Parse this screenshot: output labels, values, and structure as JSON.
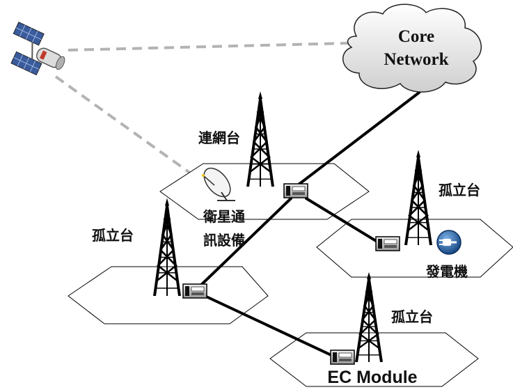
{
  "cloud": {
    "line1": "Core",
    "line2": "Network"
  },
  "labels": {
    "connected_station": "連網台",
    "sat_equipment_line1": "衛星通",
    "sat_equipment_line2": "訊設備",
    "isolated_left": "孤立台",
    "isolated_right": "孤立台",
    "isolated_bottom": "孤立台",
    "generator": "發電機",
    "ec_module": "EC Module"
  },
  "colors": {
    "link": "#000000",
    "satellite_link": "#b3b3b3",
    "hexagon_stroke": "#000000",
    "cloud_fill": "#e9e9e9",
    "generator_icon": "#1f5fa8"
  },
  "icons": [
    "satellite-icon",
    "satellite-dish-icon",
    "tower-icon",
    "ec-module-icon",
    "generator-plug-icon",
    "cloud-icon"
  ]
}
